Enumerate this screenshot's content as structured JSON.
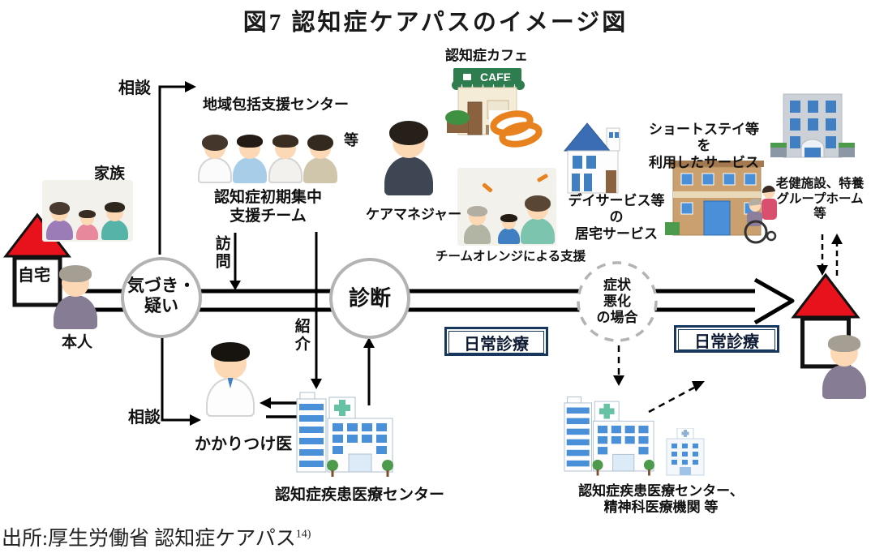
{
  "title": "図7 認知症ケアパスのイメージ図",
  "source": {
    "text": "出所:厚生労働省 認知症ケアパス",
    "note": "14)"
  },
  "stages": {
    "awareness": "気づき・\n疑い",
    "diagnosis": "診断",
    "worsening": "症状\n悪化\nの場合"
  },
  "boxes": {
    "daily_care_left": "日常診療",
    "daily_care_right": "日常診療"
  },
  "labels": {
    "consult_top": "相談",
    "consult_bottom": "相談",
    "community_center": "地域包括支援センター",
    "community_center_etc": "等",
    "family": "家族",
    "home": "自宅",
    "person": "本人",
    "support_team": "認知症初期集中\n支援チーム",
    "visit": "訪問",
    "referral": "紹介",
    "dementia_cafe": "認知症カフェ",
    "cafe_sign": "CAFE",
    "care_manager": "ケアマネジャー",
    "team_orange": "チームオレンジによる支援",
    "day_service": "デイサービス等の\n居宅サービス",
    "short_stay": "ショートステイ等を\n利用したサービス",
    "elder_facility": "老健施設、特養\nグループホーム等",
    "family_doctor": "かかりつけ医",
    "dementia_medical_center": "認知症疾患医療センター",
    "dementia_center_psychiatric": "認知症疾患医療センター、\n精神科医療機関 等"
  },
  "colors": {
    "roof_red": "#e8121c",
    "flow_line": "#000000",
    "stage_circle_border": "#b3b3b3",
    "daily_care_border": "#17375e",
    "cafe_green": "#2e7d4f",
    "orange_ring": "#e8821e",
    "building_blue": "#4a90d9"
  }
}
